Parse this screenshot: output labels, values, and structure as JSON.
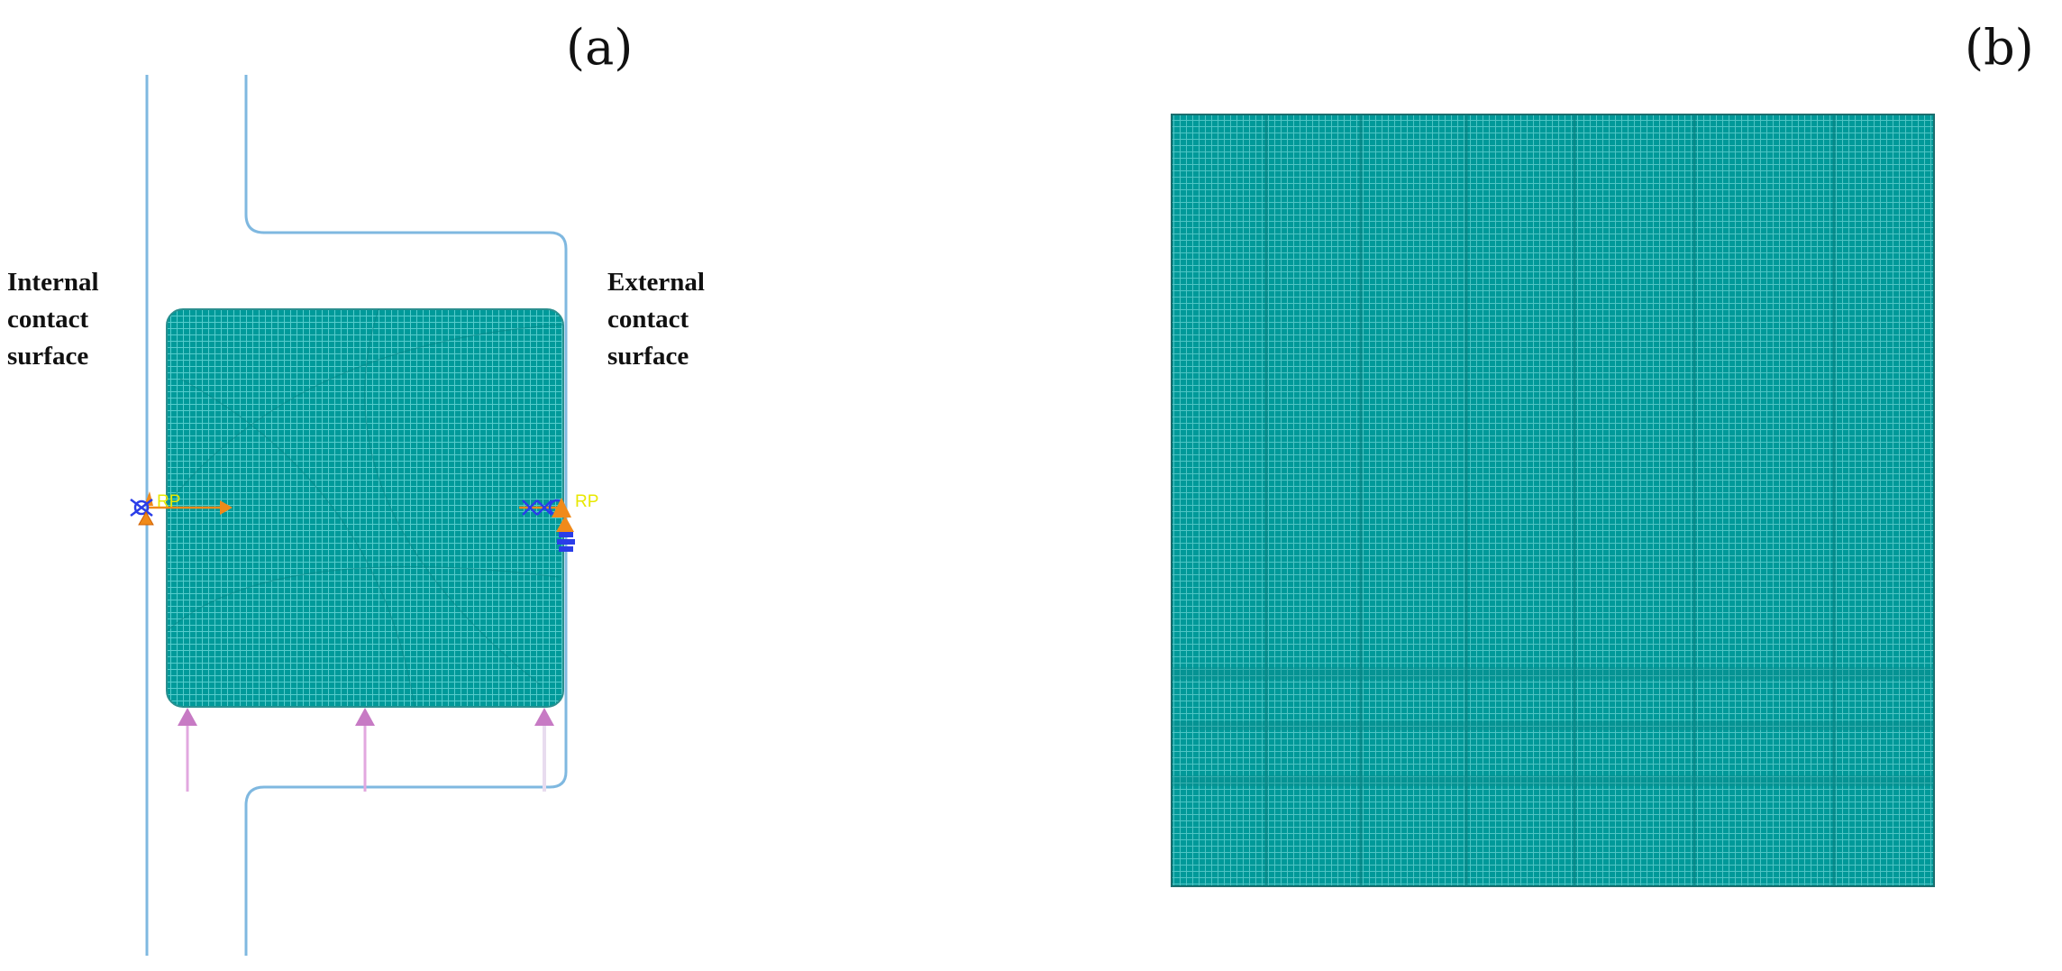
{
  "panels": {
    "a": {
      "label": "(a)"
    },
    "b": {
      "label": "(b)"
    }
  },
  "annotations": {
    "internal": "Internal\ncontact\nsurface",
    "external": "External\ncontact\nsurface"
  },
  "markers": {
    "reference_point_text": "RP"
  },
  "colors": {
    "mesh": "#009a9a",
    "mesh_line": "#54c8c8",
    "boundary_line": "#7fb8e0",
    "load_arrow": "#c77ac4",
    "constraint_blue": "#2a3de8",
    "constraint_orange": "#f08a1a",
    "rp_text": "#e8e800"
  }
}
